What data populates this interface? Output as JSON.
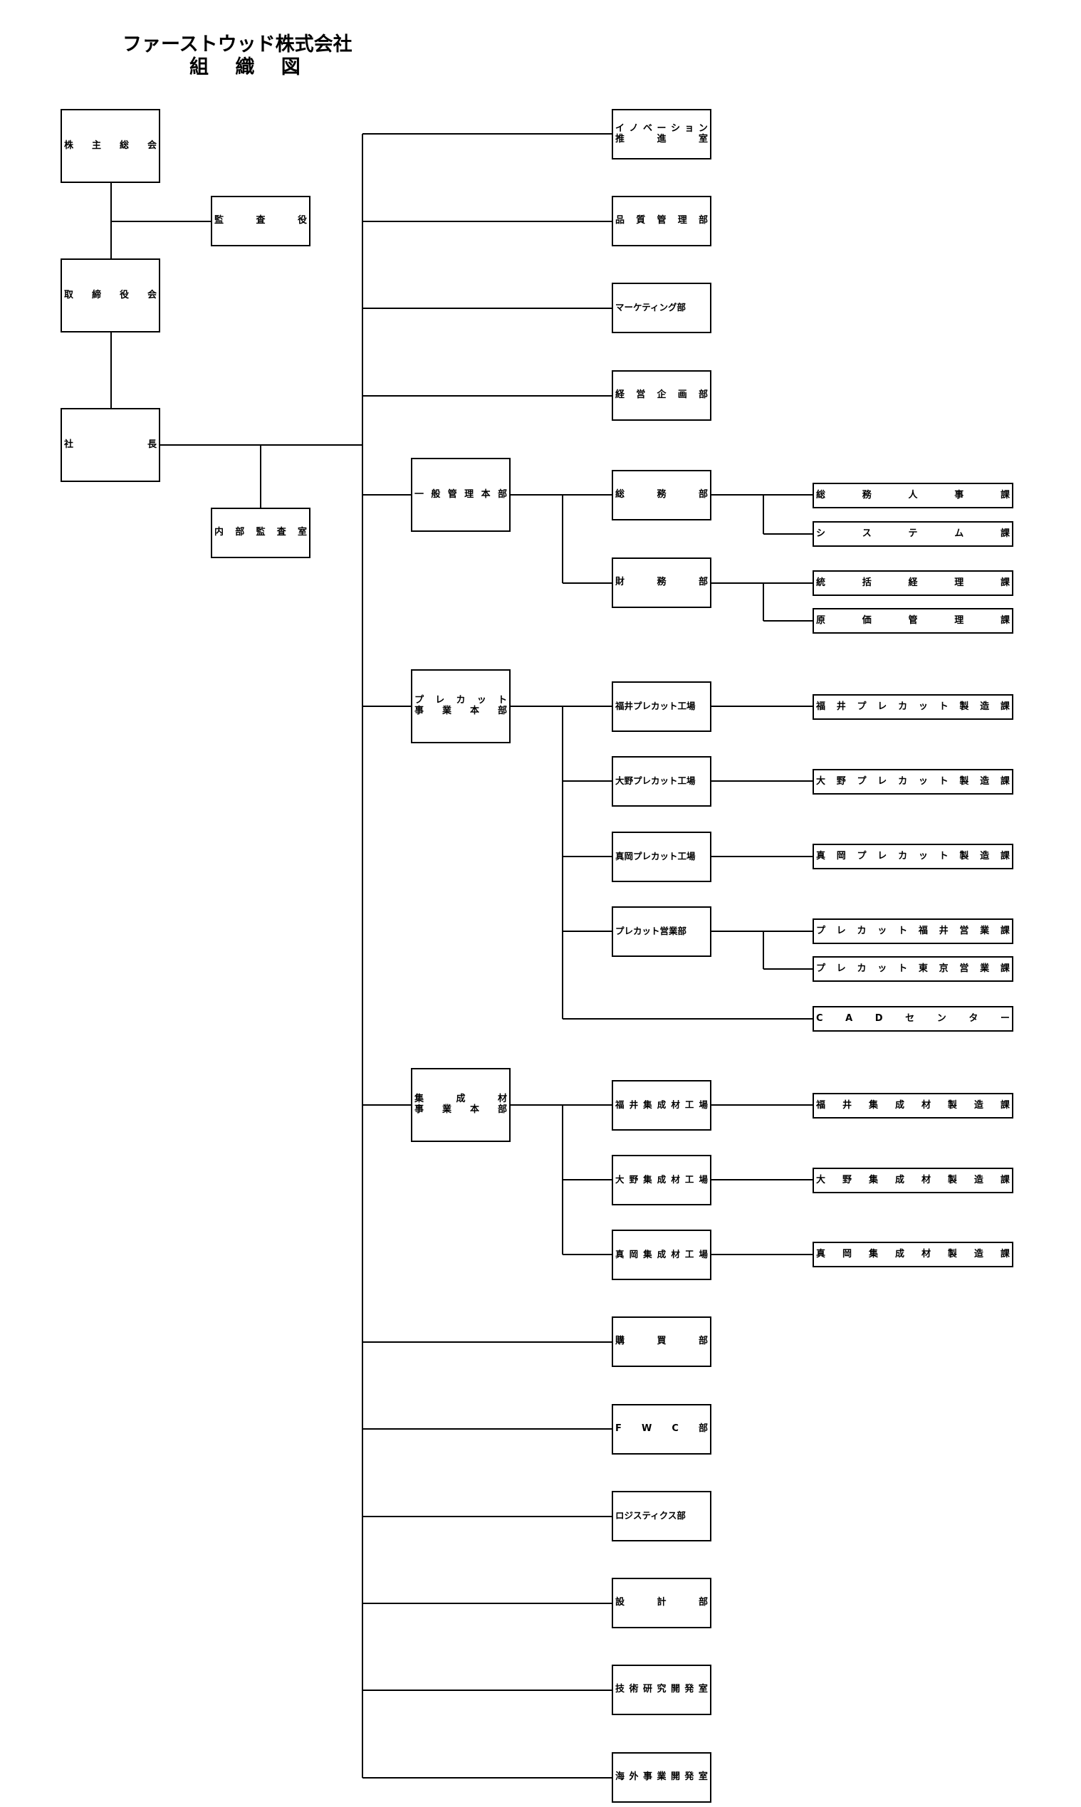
{
  "title": {
    "company": "ファーストウッド株式会社",
    "subtitle": "組 織 図"
  },
  "nodes": {
    "shareholders": "株主総会",
    "auditor": "監査役",
    "board": "取締役会",
    "president": "社長",
    "internal_audit": "内部監査室",
    "innovation": [
      "イノベーション",
      "推進室"
    ],
    "quality": "品質管理部",
    "marketing": "マーケティング部",
    "planning": "経営企画部",
    "general_mgmt_hq": "一般管理本部",
    "general_affairs": "総務部",
    "finance": "財務部",
    "ga_hr": "総務人事課",
    "system": "システム課",
    "accounting": "統括経理課",
    "cost_mgmt": "原価管理課",
    "precut_hq": [
      "プレカット",
      "事業本部"
    ],
    "fukui_precut_factory": "福井プレカット工場",
    "ono_precut_factory": "大野プレカット工場",
    "maoka_precut_factory": "真岡プレカット工場",
    "precut_sales": "プレカット営業部",
    "fukui_precut_mfg": "福井プレカット製造課",
    "ono_precut_mfg": "大野プレカット製造課",
    "maoka_precut_mfg": "真岡プレカット製造課",
    "precut_fukui_sales": "プレカット福井営業課",
    "precut_tokyo_sales": "プレカット東京営業課",
    "cad_center": "CADセンター",
    "glulam_hq": [
      "集成材",
      "事業本部"
    ],
    "fukui_glulam_factory": "福井集成材工場",
    "ono_glulam_factory": "大野集成材工場",
    "maoka_glulam_factory": "真岡集成材工場",
    "fukui_glulam_mfg": "福井集成材製造課",
    "ono_glulam_mfg": "大野集成材製造課",
    "maoka_glulam_mfg": "真岡集成材製造課",
    "purchasing": "購買部",
    "fwc": "FWC部",
    "logistics": "ロジスティクス部",
    "design": "設計部",
    "tech_rd": "技術研究開発室",
    "overseas": "海外事業開発室"
  }
}
